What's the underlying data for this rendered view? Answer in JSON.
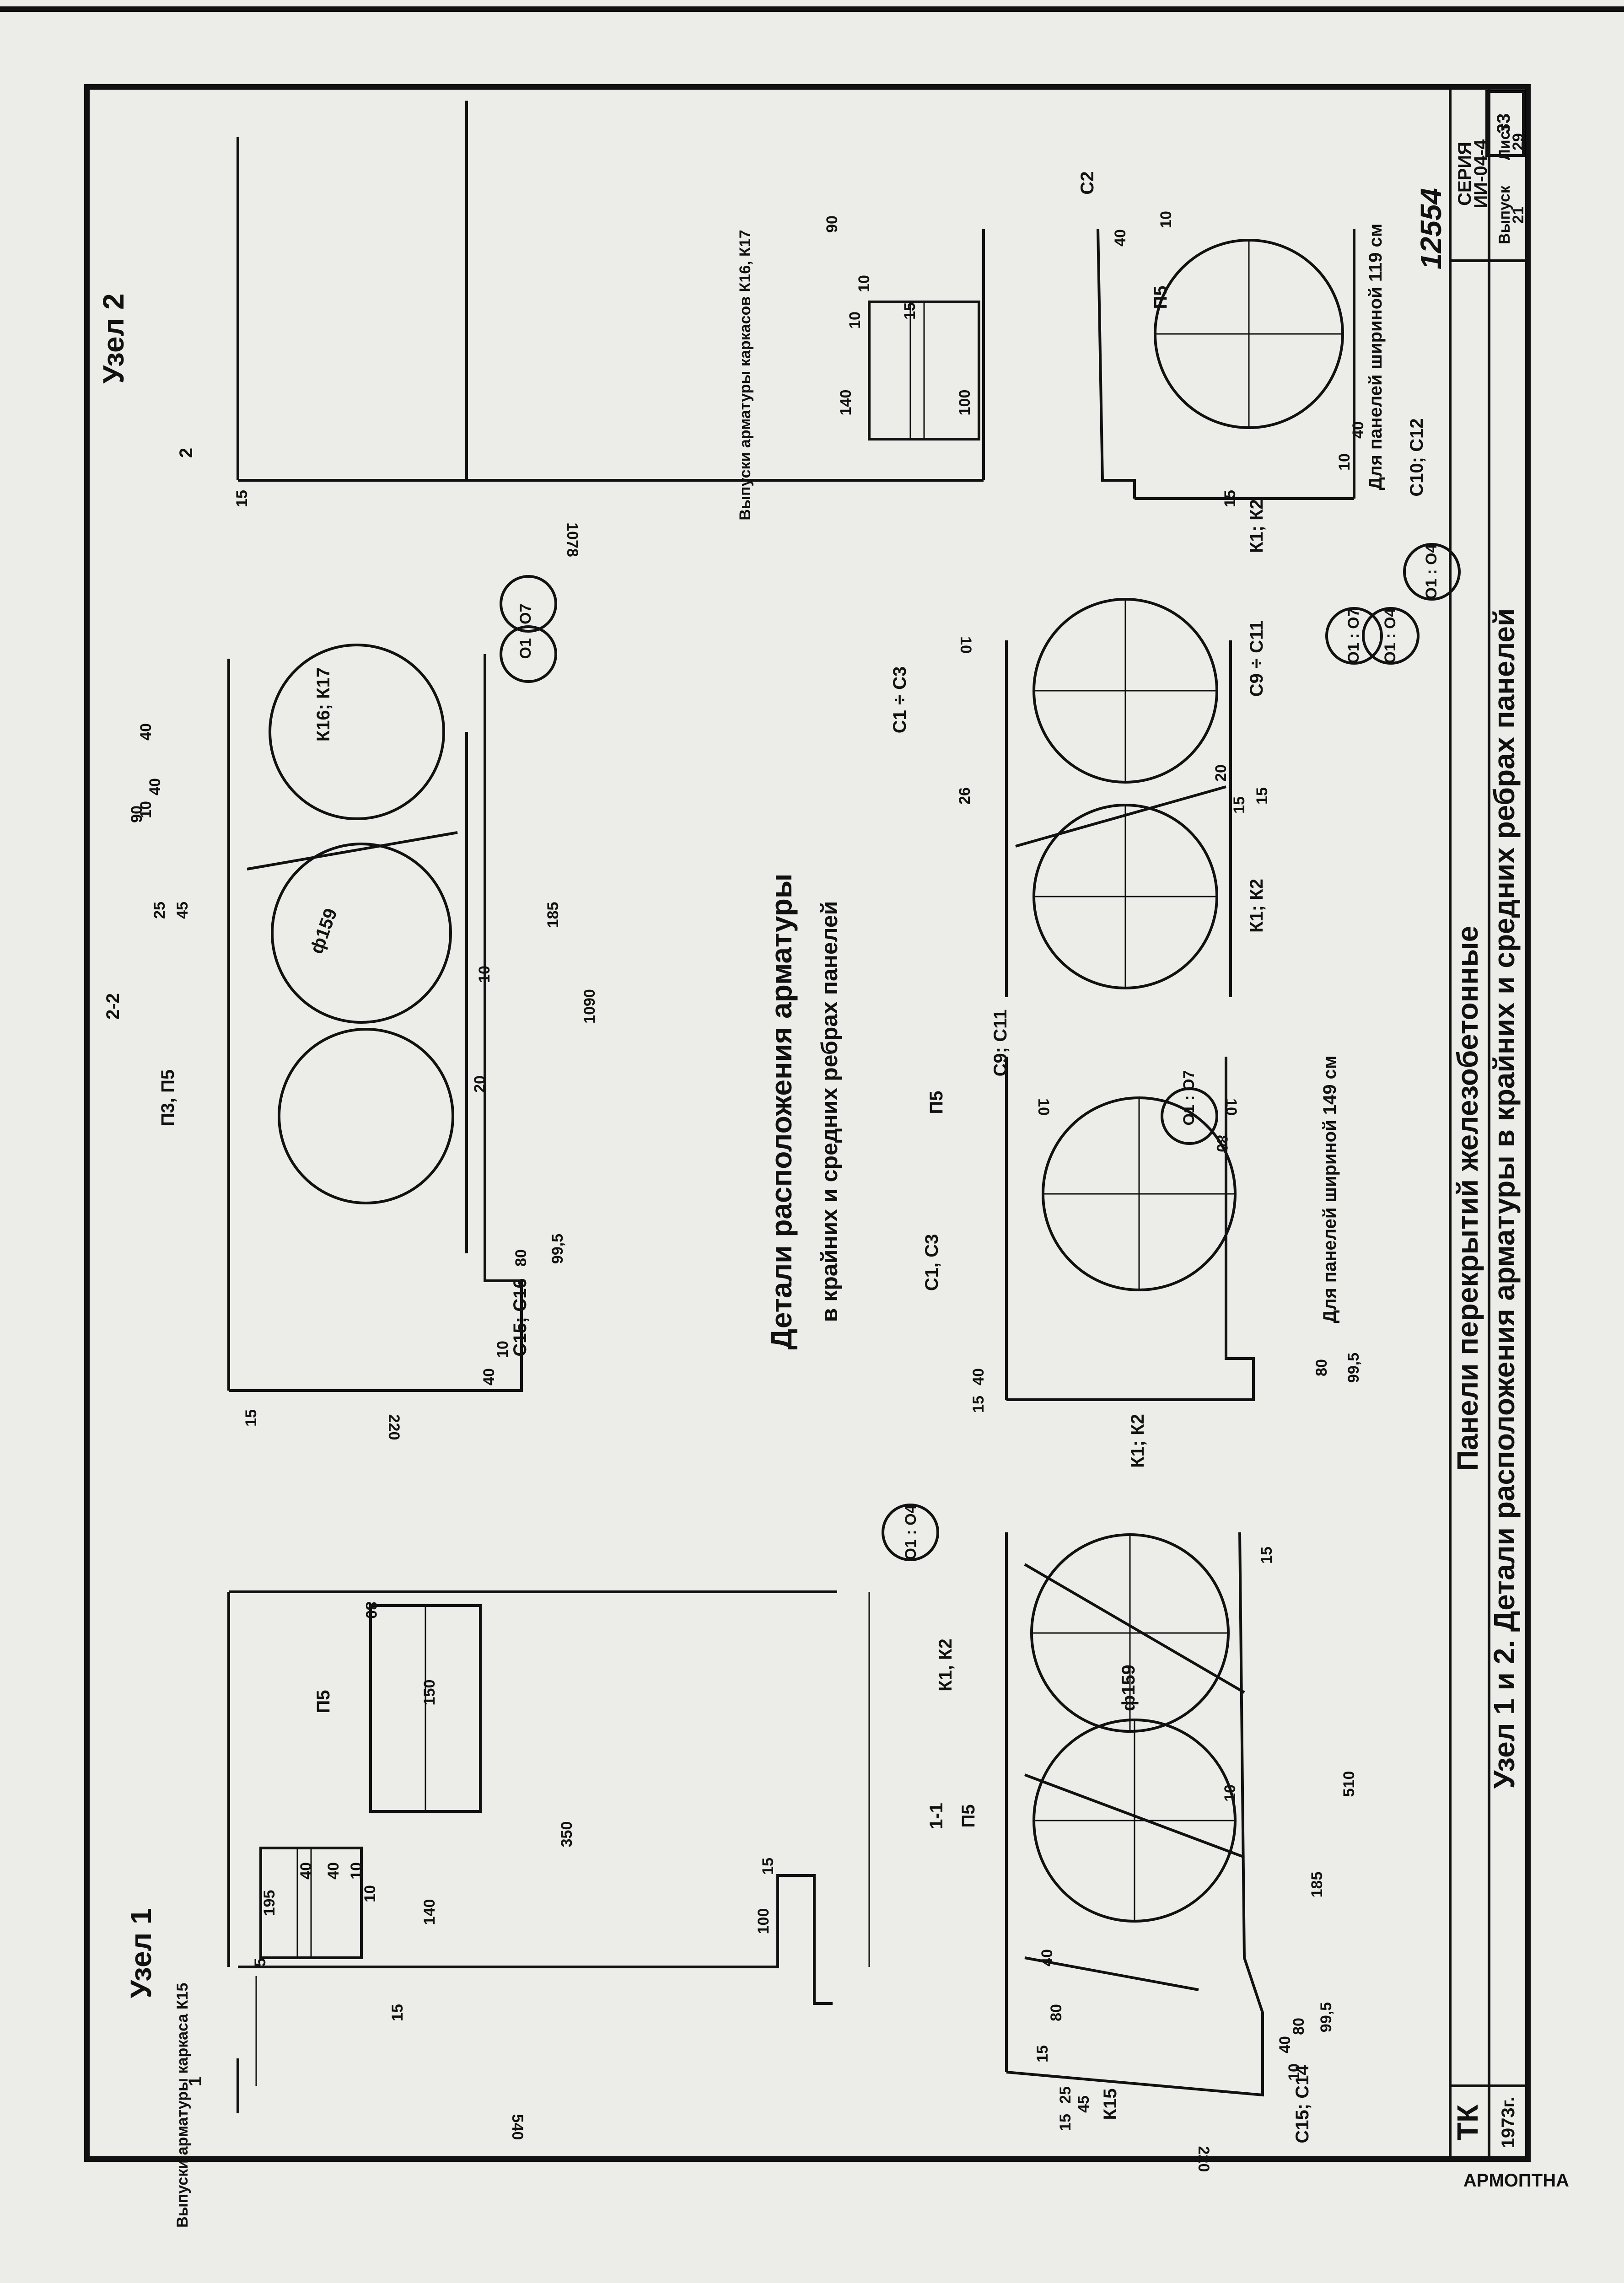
{
  "sheet": {
    "page_number": "33",
    "stamp_number": "12554",
    "archive_mark": "ΑΡΜΟΠΤΗΑ"
  },
  "title_block": {
    "series_label": "СЕРИЯ",
    "series_value": "ИИ-04-4",
    "issue_label": "Выпуск",
    "issue_value": "21",
    "sheet_label": "Лист",
    "sheet_value": "29",
    "org": "ТК",
    "year": "1973г.",
    "main_title_1": "Панели перекрытий железобетонные",
    "main_title_2": "Узел 1 и 2. Детали расположения арматуры в крайних и средних ребрах панелей"
  },
  "center_title": {
    "line1": "Детали расположения арматуры",
    "line2": "в крайних и средних ребрах панелей"
  },
  "node1": {
    "title": "Узел 1",
    "section_mark": "1",
    "outlets_label": "Выпуски арматуры каркаса К15",
    "p5_label": "П5",
    "dims": [
      "195",
      "40",
      "40",
      "10",
      "10",
      "140",
      "100",
      "15",
      "5",
      "350",
      "150",
      "80",
      "540",
      "15"
    ]
  },
  "node2": {
    "title": "Узел 2",
    "section_mark": "2",
    "outlets_label": "Выпуски арматуры каркасов К16, К17",
    "dims": [
      "90",
      "10",
      "10",
      "140",
      "100",
      "15",
      "15",
      "1078"
    ]
  },
  "section22": {
    "title": "2-2",
    "labels": [
      "П3, П5",
      "К16; К17",
      "С15; С16",
      "О1 : О7"
    ],
    "diameter": "ф159",
    "dims": [
      "220",
      "15",
      "10",
      "40",
      "80",
      "99,5",
      "185",
      "1090",
      "20",
      "10",
      "45",
      "25",
      "10",
      "40",
      "90",
      "40"
    ]
  },
  "section11": {
    "title": "1-1",
    "labels": [
      "П5",
      "К1, К2",
      "К15",
      "С15; С14",
      "О1 : О4"
    ],
    "diameter": "ф159",
    "dims": [
      "220",
      "15",
      "45",
      "25",
      "10",
      "40",
      "80",
      "99,5",
      "185",
      "510",
      "15",
      "10",
      "40",
      "15",
      "80"
    ]
  },
  "detail_middle": {
    "labels": [
      "С1, С3",
      "П5",
      "К1; К2",
      "С9; С11",
      "О1 : О7"
    ],
    "caption": "Для панелей шириной 149 см",
    "dims": [
      "15",
      "40",
      "80",
      "99,5",
      "10",
      "10",
      "80"
    ]
  },
  "detail_rib": {
    "labels": [
      "С1 ÷ С3",
      "К1; К2",
      "С9 ÷ С11",
      "О1 : О7",
      "О1 : О4"
    ],
    "dims": [
      "10",
      "26",
      "15",
      "20",
      "15"
    ]
  },
  "detail_right": {
    "labels": [
      "С2",
      "П5",
      "К1; К2",
      "С10; С12",
      "О1 : О4"
    ],
    "caption": "Для панелей шириной 119 см",
    "dims": [
      "15",
      "10",
      "10",
      "40",
      "40"
    ]
  }
}
